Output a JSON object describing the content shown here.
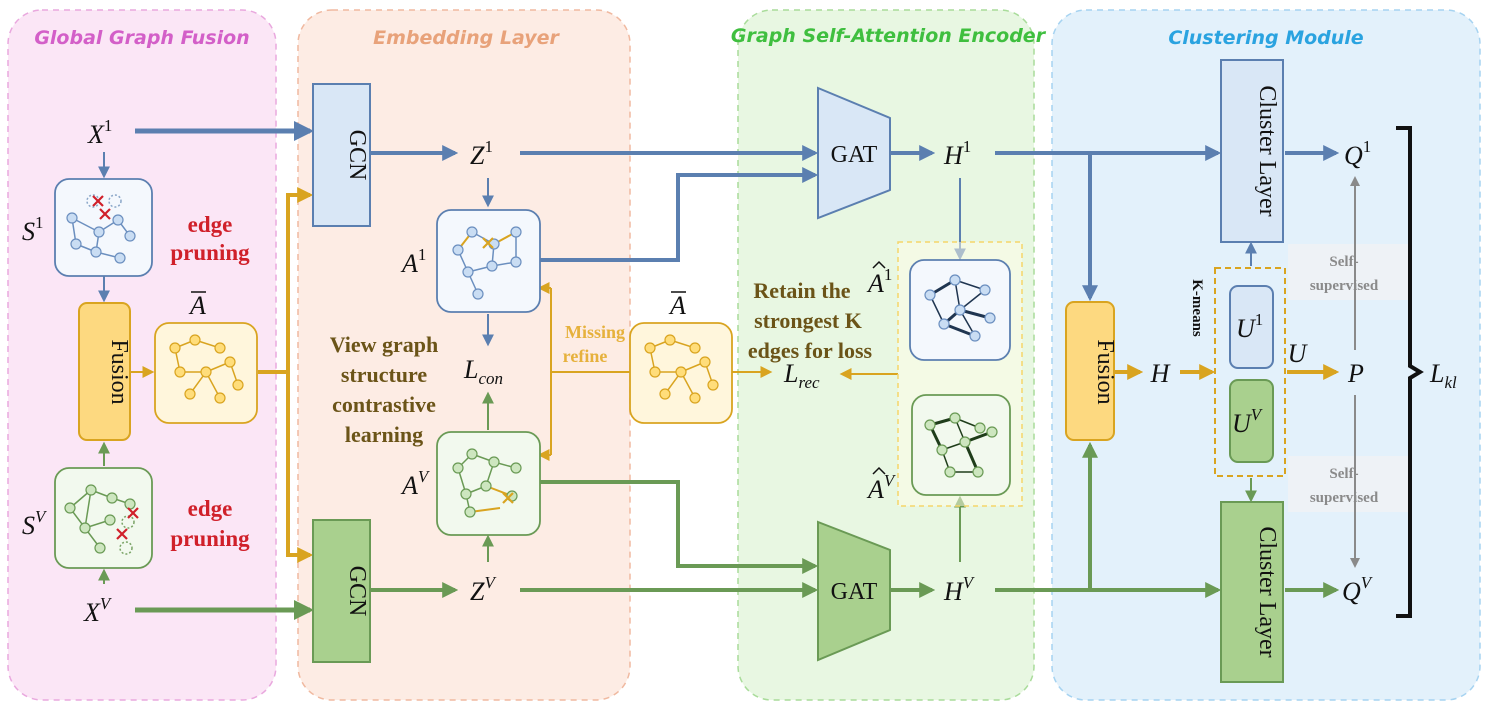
{
  "sections": {
    "global_fusion": "Global Graph Fusion",
    "embedding": "Embedding Layer",
    "encoder": "Graph Self-Attention Encoder",
    "clustering": "Clustering Module"
  },
  "symbols": {
    "X": "X",
    "S": "S",
    "A": "A",
    "Z": "Z",
    "H": "H",
    "Q": "Q",
    "U": "U",
    "P": "P",
    "L": "L",
    "sup1": "1",
    "supV": "V",
    "sub_con": "con",
    "sub_rec": "rec",
    "sub_kl": "kl"
  },
  "labels": {
    "edge_pruning_1": "edge",
    "edge_pruning_2": "pruning",
    "fusion": "Fusion",
    "gcn": "GCN",
    "gat": "GAT",
    "cluster_layer": "Cluster Layer",
    "kmeans": "K-means",
    "view_graph": [
      "View graph",
      "structure",
      "contrastive",
      "learning"
    ],
    "missing_refine": [
      "Missing",
      "refine"
    ],
    "retain": [
      "Retain the",
      "strongest K",
      "edges for loss"
    ],
    "self_supervised": [
      "Self-",
      "supervised"
    ]
  },
  "colors": {
    "blue": "#5b7fb0",
    "green": "#6a9a55",
    "gold": "#d9a420",
    "red": "#d0202a",
    "pink_title": "#d35fc8",
    "peach_title": "#e8a27a",
    "green_title": "#3fbf3f",
    "blue_title": "#2aa3e0"
  }
}
